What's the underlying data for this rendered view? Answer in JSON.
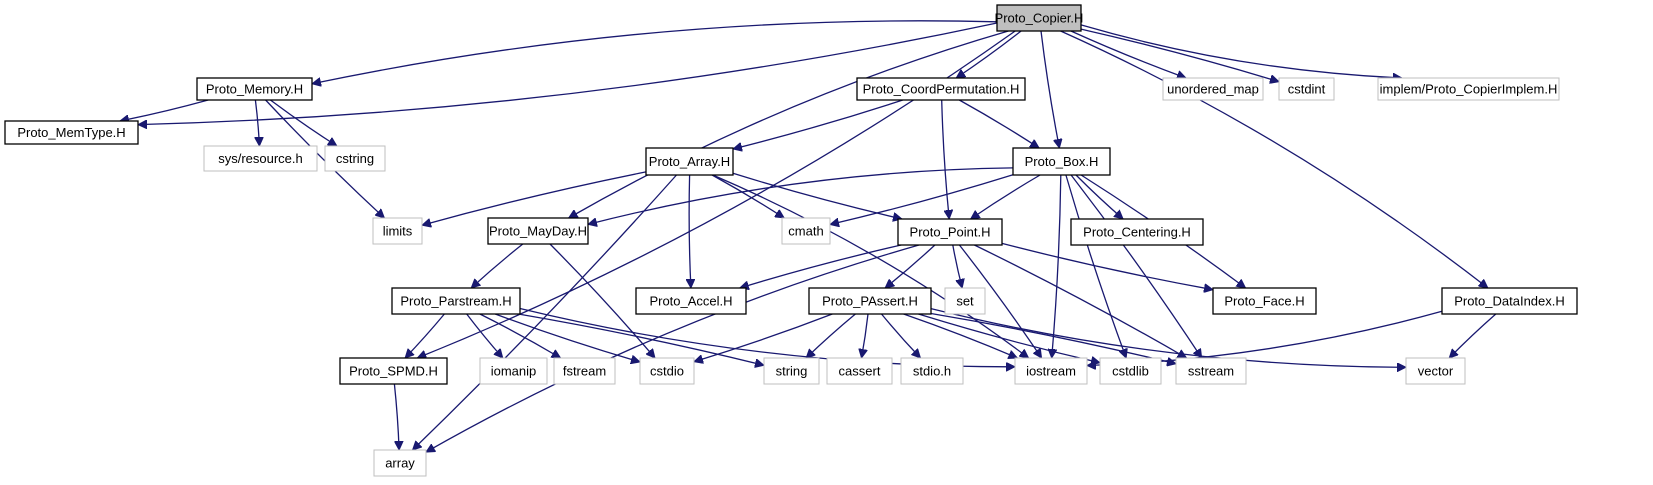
{
  "title": "Proto_Copier.H include dependency graph",
  "colors": {
    "edge": "#191970",
    "root_fill": "#bfbfbf",
    "documented_border": "#000000",
    "external_border": "#bfbfbf"
  },
  "nodes": [
    {
      "id": "copier",
      "label": "Proto_Copier.H",
      "kind": "root"
    },
    {
      "id": "memory",
      "label": "Proto_Memory.H",
      "kind": "doc"
    },
    {
      "id": "memtype",
      "label": "Proto_MemType.H",
      "kind": "doc"
    },
    {
      "id": "sysres",
      "label": "sys/resource.h",
      "kind": "ext"
    },
    {
      "id": "cstring",
      "label": "cstring",
      "kind": "ext"
    },
    {
      "id": "coordperm",
      "label": "Proto_CoordPermutation.H",
      "kind": "doc"
    },
    {
      "id": "unordered_map",
      "label": "unordered_map",
      "kind": "ext"
    },
    {
      "id": "cstdint",
      "label": "cstdint",
      "kind": "ext"
    },
    {
      "id": "copierimpl",
      "label": "implem/Proto_CopierImplem.H",
      "kind": "ext"
    },
    {
      "id": "array_h",
      "label": "Proto_Array.H",
      "kind": "doc"
    },
    {
      "id": "box",
      "label": "Proto_Box.H",
      "kind": "doc"
    },
    {
      "id": "limits",
      "label": "limits",
      "kind": "ext"
    },
    {
      "id": "mayday",
      "label": "Proto_MayDay.H",
      "kind": "doc"
    },
    {
      "id": "cmath",
      "label": "cmath",
      "kind": "ext"
    },
    {
      "id": "point",
      "label": "Proto_Point.H",
      "kind": "doc"
    },
    {
      "id": "centering",
      "label": "Proto_Centering.H",
      "kind": "doc"
    },
    {
      "id": "parstream",
      "label": "Proto_Parstream.H",
      "kind": "doc"
    },
    {
      "id": "accel",
      "label": "Proto_Accel.H",
      "kind": "doc"
    },
    {
      "id": "passert",
      "label": "Proto_PAssert.H",
      "kind": "doc"
    },
    {
      "id": "set",
      "label": "set",
      "kind": "ext"
    },
    {
      "id": "face",
      "label": "Proto_Face.H",
      "kind": "doc"
    },
    {
      "id": "dataindex",
      "label": "Proto_DataIndex.H",
      "kind": "doc"
    },
    {
      "id": "spmd",
      "label": "Proto_SPMD.H",
      "kind": "doc"
    },
    {
      "id": "iomanip",
      "label": "iomanip",
      "kind": "ext"
    },
    {
      "id": "fstream",
      "label": "fstream",
      "kind": "ext"
    },
    {
      "id": "cstdio",
      "label": "cstdio",
      "kind": "ext"
    },
    {
      "id": "string",
      "label": "string",
      "kind": "ext"
    },
    {
      "id": "cassert",
      "label": "cassert",
      "kind": "ext"
    },
    {
      "id": "stdio",
      "label": "stdio.h",
      "kind": "ext"
    },
    {
      "id": "iostream",
      "label": "iostream",
      "kind": "ext"
    },
    {
      "id": "cstdlib",
      "label": "cstdlib",
      "kind": "ext"
    },
    {
      "id": "sstream",
      "label": "sstream",
      "kind": "ext"
    },
    {
      "id": "vector",
      "label": "vector",
      "kind": "ext"
    },
    {
      "id": "array",
      "label": "array",
      "kind": "ext"
    }
  ],
  "edges": [
    [
      "copier",
      "memtype"
    ],
    [
      "copier",
      "memory"
    ],
    [
      "copier",
      "spmd"
    ],
    [
      "copier",
      "mayday"
    ],
    [
      "copier",
      "coordperm"
    ],
    [
      "copier",
      "box"
    ],
    [
      "copier",
      "dataindex"
    ],
    [
      "copier",
      "unordered_map"
    ],
    [
      "copier",
      "cstdint"
    ],
    [
      "copier",
      "copierimpl"
    ],
    [
      "memory",
      "memtype"
    ],
    [
      "memory",
      "limits"
    ],
    [
      "memory",
      "sysres"
    ],
    [
      "memory",
      "cstring"
    ],
    [
      "coordperm",
      "array_h"
    ],
    [
      "coordperm",
      "point"
    ],
    [
      "coordperm",
      "box"
    ],
    [
      "array_h",
      "limits"
    ],
    [
      "array_h",
      "array"
    ],
    [
      "array_h",
      "accel"
    ],
    [
      "array_h",
      "cmath"
    ],
    [
      "array_h",
      "point"
    ],
    [
      "array_h",
      "iostream"
    ],
    [
      "box",
      "mayday"
    ],
    [
      "box",
      "cmath"
    ],
    [
      "box",
      "point"
    ],
    [
      "box",
      "iostream"
    ],
    [
      "box",
      "centering"
    ],
    [
      "box",
      "face"
    ],
    [
      "box",
      "cstdlib"
    ],
    [
      "box",
      "sstream"
    ],
    [
      "mayday",
      "parstream"
    ],
    [
      "mayday",
      "cstdio"
    ],
    [
      "point",
      "accel"
    ],
    [
      "point",
      "passert"
    ],
    [
      "point",
      "set"
    ],
    [
      "point",
      "iostream"
    ],
    [
      "point",
      "face"
    ],
    [
      "point",
      "sstream"
    ],
    [
      "point",
      "array"
    ],
    [
      "parstream",
      "spmd"
    ],
    [
      "parstream",
      "iomanip"
    ],
    [
      "parstream",
      "fstream"
    ],
    [
      "parstream",
      "cstdio"
    ],
    [
      "parstream",
      "string"
    ],
    [
      "parstream",
      "iostream"
    ],
    [
      "passert",
      "cstdio"
    ],
    [
      "passert",
      "string"
    ],
    [
      "passert",
      "cassert"
    ],
    [
      "passert",
      "stdio"
    ],
    [
      "passert",
      "iostream"
    ],
    [
      "passert",
      "cstdlib"
    ],
    [
      "passert",
      "sstream"
    ],
    [
      "passert",
      "vector"
    ],
    [
      "dataindex",
      "iostream"
    ],
    [
      "dataindex",
      "vector"
    ],
    [
      "spmd",
      "array"
    ]
  ]
}
